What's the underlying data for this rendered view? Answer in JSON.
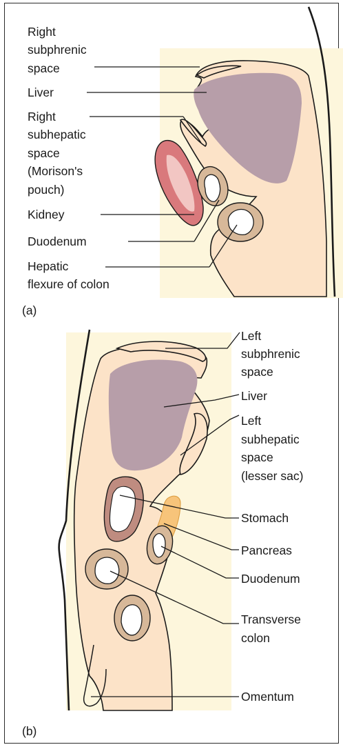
{
  "panel_a": {
    "labels": {
      "right_subphrenic_1": "Right",
      "right_subphrenic_2": "subphrenic",
      "right_subphrenic_3": "space",
      "liver": "Liver",
      "right_subhepatic_1": "Right",
      "right_subhepatic_2": "subhepatic",
      "right_subhepatic_3": "space",
      "right_subhepatic_4": "(Morison's",
      "right_subhepatic_5": "pouch)",
      "kidney": "Kidney",
      "duodenum": "Duodenum",
      "hepatic_flexure_1": "Hepatic",
      "hepatic_flexure_2": "flexure of colon"
    },
    "panel_letter": "(a)"
  },
  "panel_b": {
    "labels": {
      "left_subphrenic_1": "Left",
      "left_subphrenic_2": "subphrenic",
      "left_subphrenic_3": "space",
      "liver": "Liver",
      "left_subhepatic_1": "Left",
      "left_subhepatic_2": "subhepatic",
      "left_subhepatic_3": "space",
      "left_subhepatic_4": "(lesser sac)",
      "stomach": "Stomach",
      "pancreas": "Pancreas",
      "duodenum": "Duodenum",
      "transverse_colon_1": "Transverse",
      "transverse_colon_2": "colon",
      "omentum": "Omentum"
    },
    "panel_letter": "(b)"
  },
  "colors": {
    "peritoneum": "#fce3c8",
    "background_tissue": "#fdf6dc",
    "liver": "#b79ea9",
    "kidney": "#d9797c",
    "kidney_inner": "#f2c6c3",
    "pancreas": "#f7c47a",
    "bowel_wall": "#d7b899",
    "stomach_wall": "#bf8c80"
  }
}
